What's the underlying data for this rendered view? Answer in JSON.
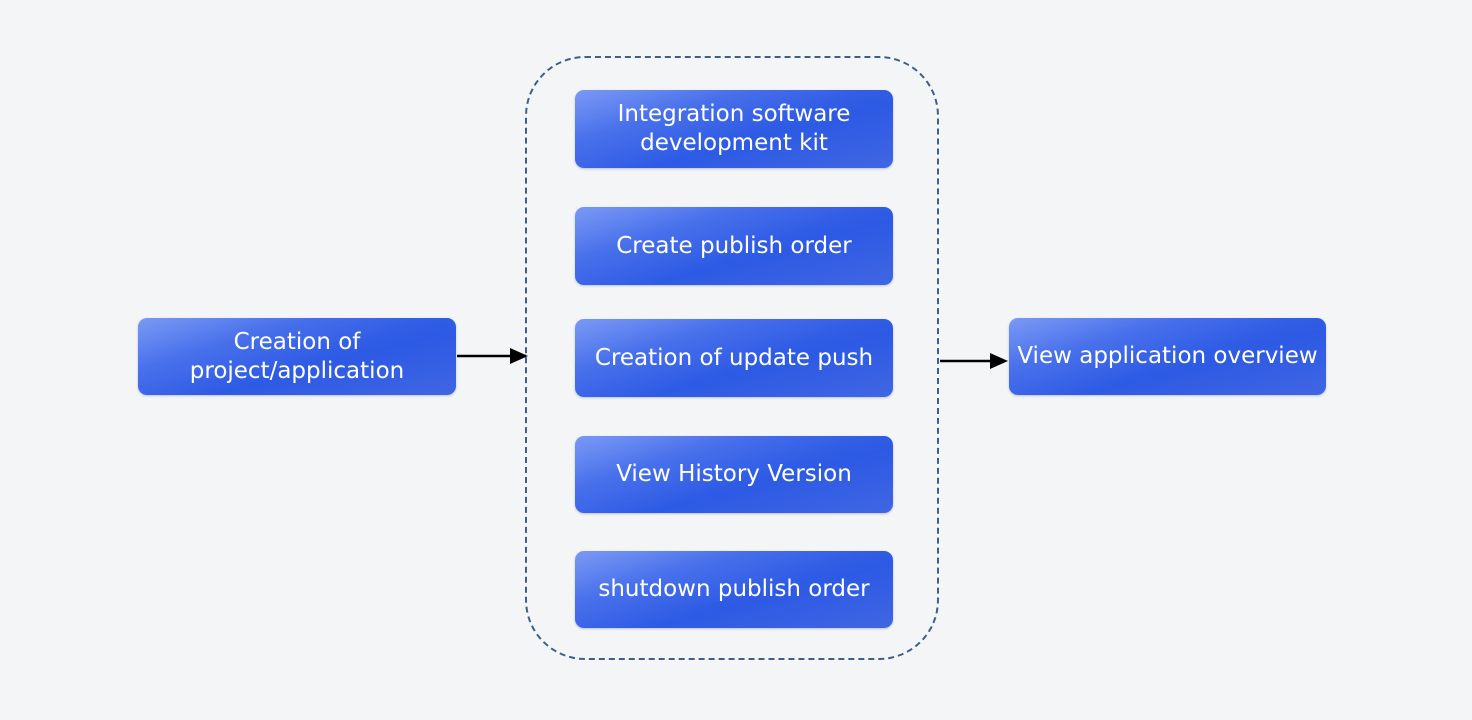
{
  "diagram": {
    "start_node": {
      "lines": [
        "Creation of",
        "project/application"
      ]
    },
    "group_steps": [
      {
        "lines": [
          "Integration software",
          "development kit"
        ]
      },
      {
        "lines": [
          "Create publish order"
        ]
      },
      {
        "lines": [
          "Creation of update push"
        ]
      },
      {
        "lines": [
          "View History Version"
        ]
      },
      {
        "lines": [
          "shutdown publish order"
        ]
      }
    ],
    "end_node": {
      "lines": [
        "View application overview"
      ]
    },
    "colors": {
      "node_fill": "#2e5be5",
      "group_border": "#3e5f86",
      "arrow": "#000000",
      "background": "#f4f5f6"
    }
  }
}
